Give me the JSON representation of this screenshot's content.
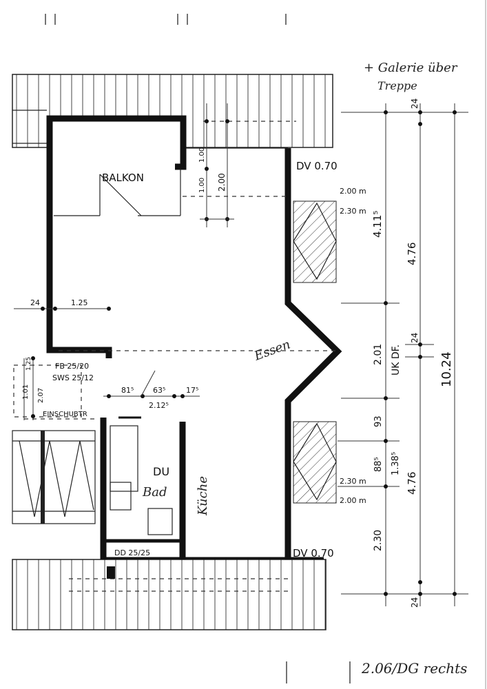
{
  "annotation": {
    "galerie_line1": "+ Galerie über",
    "galerie_line2": "Treppe"
  },
  "rooms": {
    "balkon": "BALKON",
    "essen": "Essen",
    "du": "DU",
    "bad": "Bad",
    "kueche": "Küche"
  },
  "labels": {
    "dv_top": "DV 0.70",
    "dv_bottom": "DV 0.70",
    "fb": "FB 25/20",
    "sws": "SWS 25/12",
    "einschub": "EINSCHUBTR",
    "dd": "DD 25/25",
    "ukdf": "UK DF.",
    "footer": "2.06/DG rechts"
  },
  "dimensions": {
    "d_24_top": "24",
    "d_24_mid": "24",
    "d_24_bottom": "24",
    "d_24_left": "24",
    "d_1_25": "1.25",
    "d_1_00_a": "1.00",
    "d_1_00_b": "1.00",
    "d_2_00": "2.00",
    "d_2_00m_top": "2.00 m",
    "d_2_30m_top": "2.30 m",
    "d_2_30m_bottom": "2.30 m",
    "d_2_00m_bottom": "2.00 m",
    "d_4_115": "4.11⁵",
    "d_4_76_top": "4.76",
    "d_2_01": "2.01",
    "d_10_24": "10.24",
    "d_93": "93",
    "d_88_5": "88⁵",
    "d_1_38_5": "1.38⁵",
    "d_4_76_bottom": "4.76",
    "d_2_30": "2.30",
    "d_1_25_small": "1.25",
    "d_1_01": "1.01",
    "d_2_07": "2.07",
    "d_81_5": "81⁵",
    "d_63_5": "63⁵",
    "d_17_5": "17⁵",
    "d_2_12_5": "2.12⁵"
  }
}
